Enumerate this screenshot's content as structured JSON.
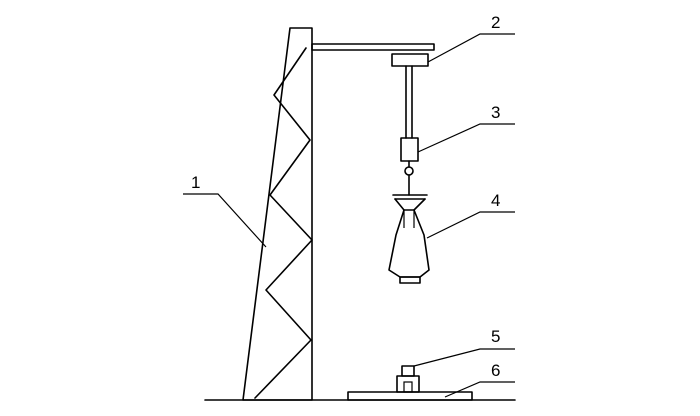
{
  "labels": {
    "part1": "1",
    "part2": "2",
    "part3": "3",
    "part4": "4",
    "part5": "5",
    "part6": "6"
  },
  "colors": {
    "line": "#000000",
    "background": "#ffffff"
  }
}
